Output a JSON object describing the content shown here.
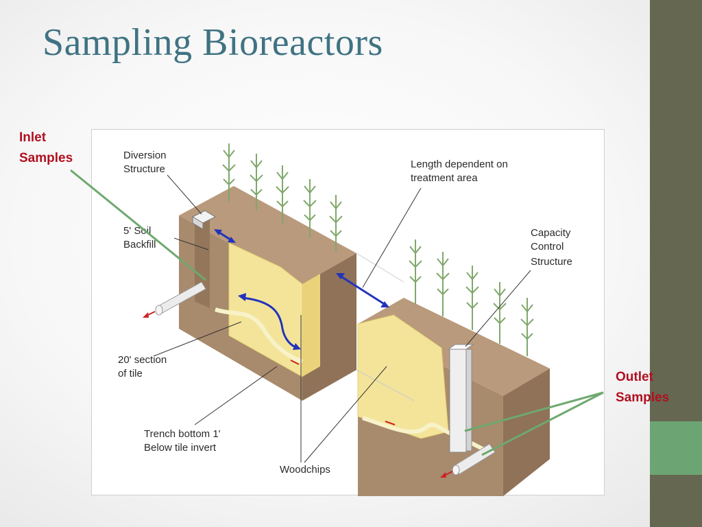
{
  "slide": {
    "title": "Sampling Bioreactors",
    "colors": {
      "title": "#3f7383",
      "callout_text": "#b01020",
      "callout_line": "#6fa86f",
      "side_bar": "#666750",
      "side_accent": "#6da474"
    }
  },
  "callouts": {
    "inlet": {
      "line1": "Inlet",
      "line2": "Samples"
    },
    "outlet": {
      "line1": "Outlet",
      "line2": "Samples"
    }
  },
  "diagram": {
    "labels": {
      "diversion_1": "Diversion",
      "diversion_2": "Structure",
      "soil_1": "5' Soil",
      "soil_2": "Backfill",
      "section_1": "20' section",
      "section_2": "of tile",
      "trench_1": "Trench bottom 1'",
      "trench_2": "Below tile invert",
      "woodchips": "Woodchips",
      "length_1": "Length dependent on",
      "length_2": "treatment area",
      "capacity_1": "Capacity",
      "capacity_2": "Control",
      "capacity_3": "Structure"
    },
    "colors": {
      "soil_top": "#b99a7c",
      "soil_front": "#a88a6d",
      "soil_side": "#8f7258",
      "woodchips": "#f3e49a",
      "woodchips_face": "#ead27a",
      "arrow": "#2233bb",
      "flow": "#cc2222",
      "pipe": "#e6e6e6",
      "corn": "#7fa86a"
    }
  }
}
